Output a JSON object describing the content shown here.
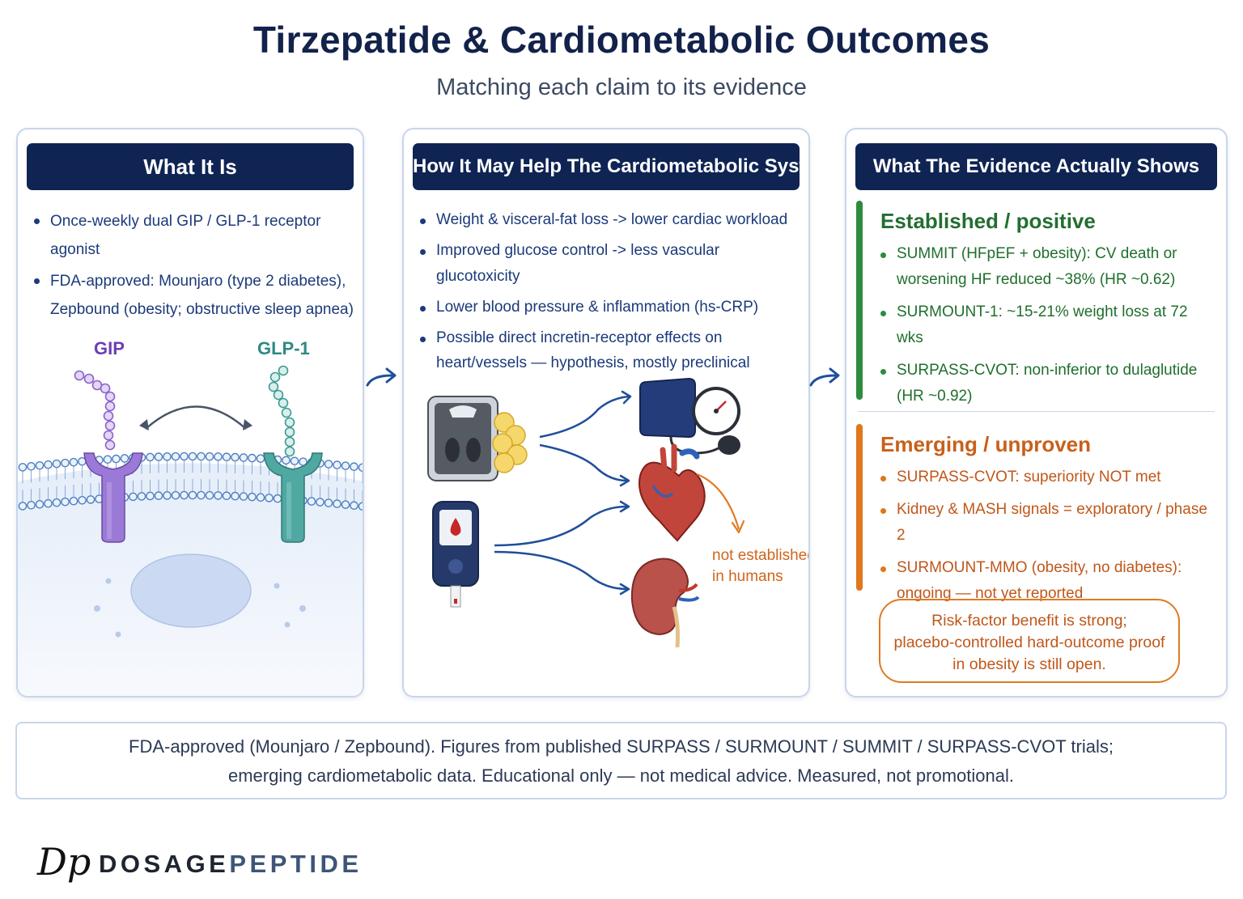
{
  "header": {
    "title": "Tirzepatide & Cardiometabolic Outcomes",
    "subtitle": "Matching each claim to its evidence"
  },
  "panel_what": {
    "title": "What It Is",
    "bullets": [
      "Once-weekly dual GIP / GLP-1 receptor agonist",
      "FDA-approved: Mounjaro (type 2 diabetes), Zepbound (obesity; obstructive sleep apnea)"
    ],
    "receptor_labels": [
      "GIP",
      "GLP-1"
    ]
  },
  "panel_how": {
    "title": "How It May Help The Cardiometabolic System",
    "bullets": [
      "Weight & visceral-fat loss -> lower cardiac workload",
      "Improved glucose control -> less vascular glucotoxicity",
      "Lower blood pressure & inflammation (hs-CRP)",
      "Possible direct incretin-receptor effects on heart/vessels — hypothesis, mostly preclinical"
    ],
    "annotation": [
      "not established",
      "in humans"
    ]
  },
  "panel_evidence": {
    "title": "What The Evidence Actually Shows",
    "established": {
      "title": "Established / positive",
      "bullets": [
        "SUMMIT (HFpEF + obesity): CV death or worsening HF reduced ~38% (HR ~0.62)",
        "SURMOUNT-1: ~15-21% weight loss at 72 wks",
        "SURPASS-CVOT: non-inferior to dulaglutide (HR ~0.92)"
      ]
    },
    "emerging": {
      "title": "Emerging / unproven",
      "bullets": [
        "SURPASS-CVOT: superiority NOT met",
        "Kidney & MASH signals = exploratory / phase 2",
        "SURMOUNT-MMO (obesity, no diabetes): ongoing — not yet reported"
      ]
    },
    "callout": [
      "Risk-factor benefit is strong;",
      "placebo-controlled hard-outcome proof",
      "in obesity is still open."
    ]
  },
  "footer": {
    "lines": [
      "FDA-approved (Mounjaro / Zepbound). Figures from published SURPASS / SURMOUNT / SUMMIT / SURPASS-CVOT trials;",
      "emerging cardiometabolic data. Educational only — not medical advice. Measured, not promotional."
    ]
  },
  "brand": {
    "mark": "Dp",
    "word_1": "DOSAGE",
    "word_2": "PEPTIDE"
  },
  "colors": {
    "navy": "#0f2453",
    "established_green": "#2e8b3e",
    "emerging_orange": "#e0771b",
    "gip_purple": "#8a62c9",
    "glp1_teal": "#3f9a94",
    "arrow_blue": "#1f4f9a"
  }
}
